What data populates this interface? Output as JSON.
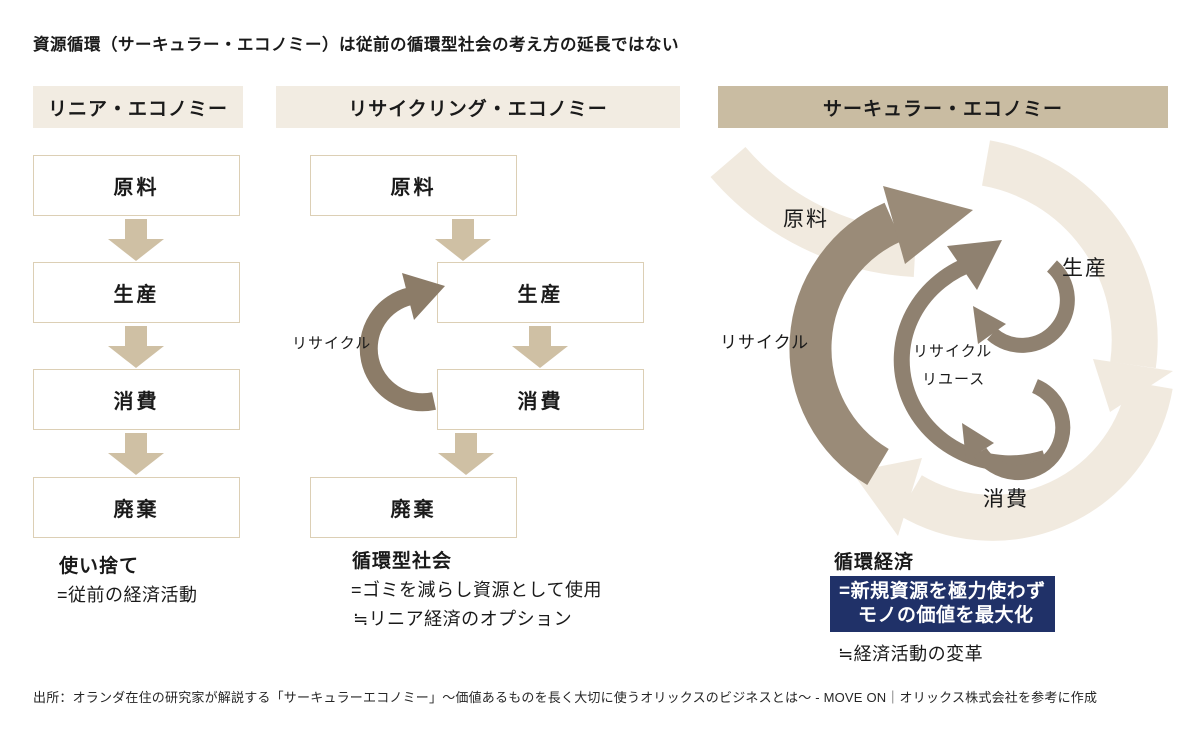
{
  "title": "資源循環（サーキュラー・エコノミー）は従前の循環型社会の考え方の延長ではない",
  "footer": "出所：オランダ在住の研究家が解説する「サーキュラーエコノミー」～価値あるものを長く大切に使うオリックスのビジネスとは～ - MOVE ON｜オリックス株式会社を参考に作成",
  "colors": {
    "header_light_bg": "#f2ece2",
    "header_dark_bg": "#c9bca2",
    "box_border": "#dccfb5",
    "flow_arrow": "#cfc0a4",
    "recycle_arrow": "#8c7c68",
    "cycle_light": "#f1eadf",
    "cycle_dark_arrow": "#9a8b78",
    "cycle_loop": "#8f8170",
    "highlight_bg": "#203168",
    "highlight_text": "#ffffff",
    "text": "#1a1a1a"
  },
  "columns": {
    "linear": {
      "header": "リニア・エコノミー",
      "steps": [
        "原料",
        "生産",
        "消費",
        "廃棄"
      ],
      "caption_title": "使い捨て",
      "caption_line1": "=従前の経済活動"
    },
    "recycling": {
      "header": "リサイクリング・エコノミー",
      "steps": [
        "原料",
        "生産",
        "消費",
        "廃棄"
      ],
      "loop_label": "リサイクル",
      "caption_title": "循環型社会",
      "caption_line1": "=ゴミを減らし資源として使用",
      "caption_line2": "≒リニア経済のオプション"
    },
    "circular": {
      "header": "サーキュラー・エコノミー",
      "labels": {
        "material": "原料",
        "production": "生産",
        "recycle_outer": "リサイクル",
        "recycle_inner": "リサイクル",
        "reuse": "リユース",
        "consumption": "消費"
      },
      "caption_title": "循環経済",
      "highlight_line1": "=新規資源を極力使わず",
      "highlight_line2": "モノの価値を最大化",
      "caption_line1": "≒経済活動の変革"
    }
  }
}
